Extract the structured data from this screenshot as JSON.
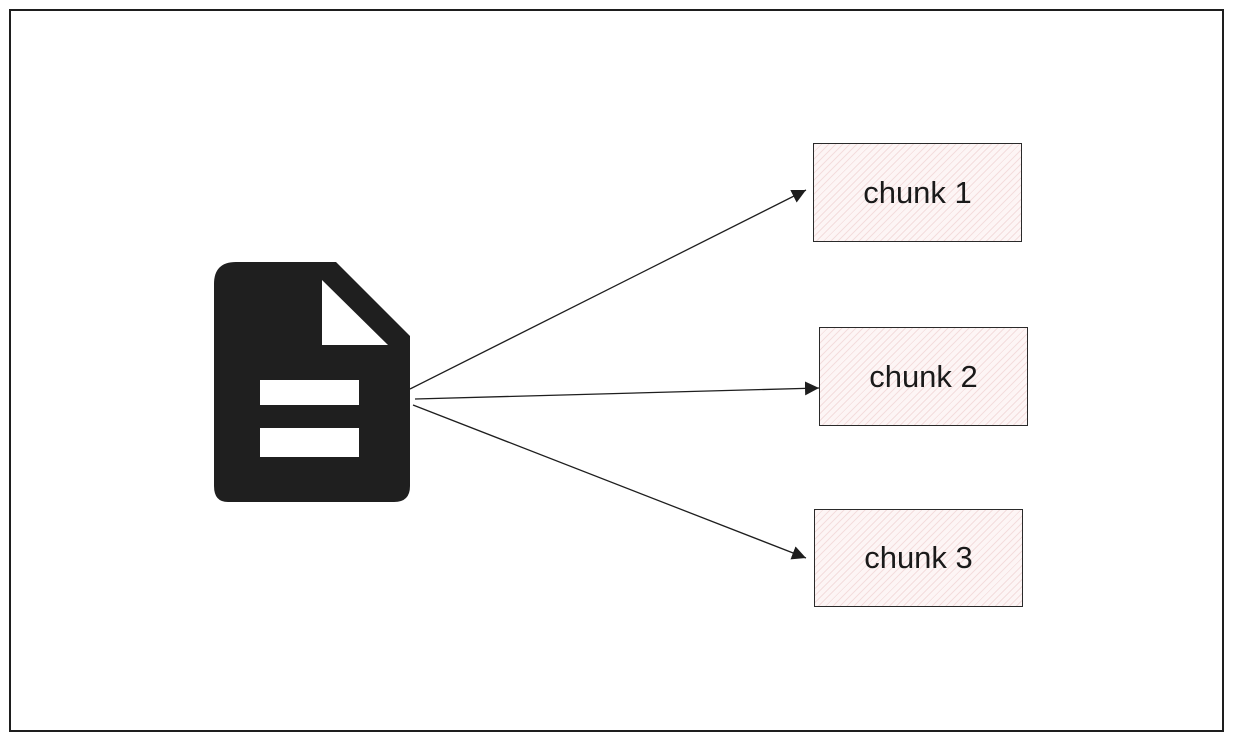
{
  "diagram": {
    "source": {
      "icon": "document-icon"
    },
    "chunks": [
      {
        "label": "chunk 1"
      },
      {
        "label": "chunk 2"
      },
      {
        "label": "chunk 3"
      }
    ],
    "colors": {
      "line": "#1e1e1e",
      "icon": "#1f1f1f",
      "chunk_fill": "#fdf5f5",
      "chunk_hatch": "#dca0a0"
    }
  }
}
